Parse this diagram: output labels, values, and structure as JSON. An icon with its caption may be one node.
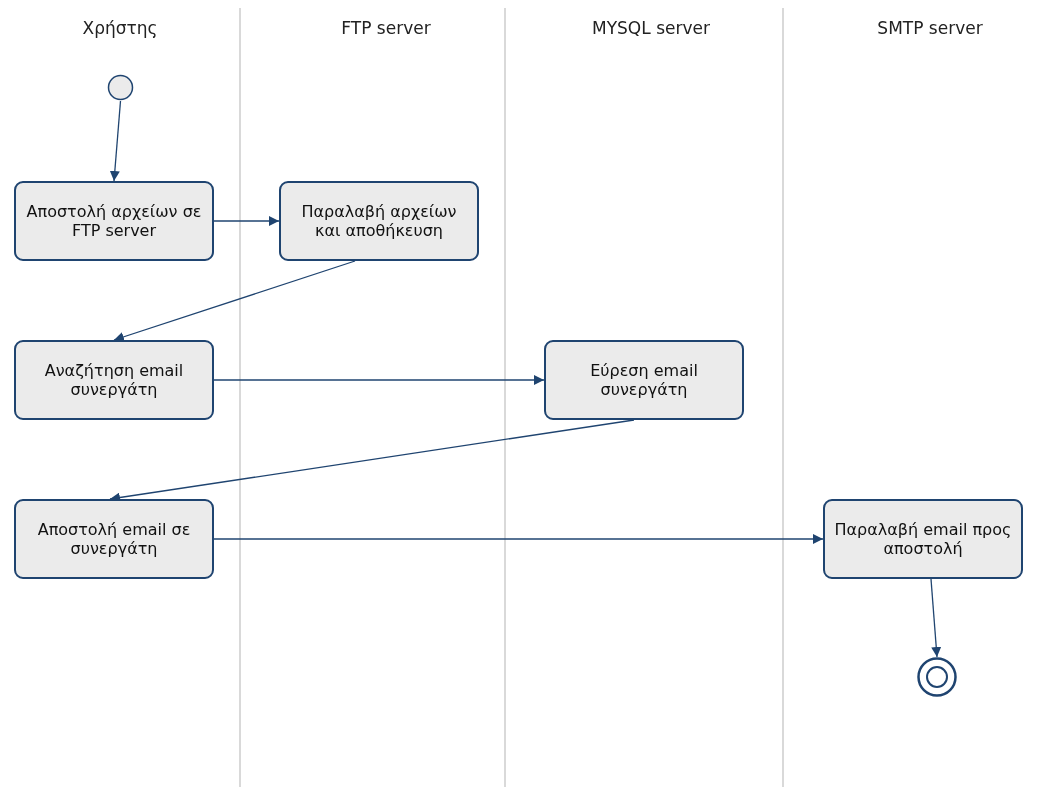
{
  "diagram": {
    "nodes": [
      {
        "text": [],
        "shape": "circle"
      },
      {
        "text": [
          "Αποστολή αρχείων σε FTP server"
        ]
      },
      {
        "text": [
          "Παραλαβή αρχείων και αποθήκευση"
        ]
      },
      {
        "text": [
          "Αναζήτηση email συνεργάτη"
        ]
      },
      {
        "text": [
          "Εύρεση email συνεργάτη"
        ]
      },
      {
        "text": [
          "Αποστολή email σε συνεργάτη"
        ]
      },
      {
        "text": [
          "Παραλαβή email προς αποστολή"
        ]
      },
      {
        "text": [],
        "shape": "circle"
      }
    ],
    "edges": [
      {
        "from": 0,
        "to": 1,
        "arrow": "to"
      },
      {
        "from": 1,
        "to": 2,
        "arrow": "to"
      },
      {
        "from": 2,
        "to": 3,
        "arrow": "to"
      },
      {
        "from": 3,
        "to": 4,
        "arrow": "to"
      },
      {
        "from": 4,
        "to": 5,
        "arrow": "to"
      },
      {
        "from": 5,
        "to": 6,
        "arrow": "to"
      },
      {
        "from": 6,
        "to": 7,
        "arrow": "to"
      }
    ],
    "labels": [
      "Χρήστης",
      "FTP server",
      "MYSQL server",
      "SMTP server"
    ]
  }
}
